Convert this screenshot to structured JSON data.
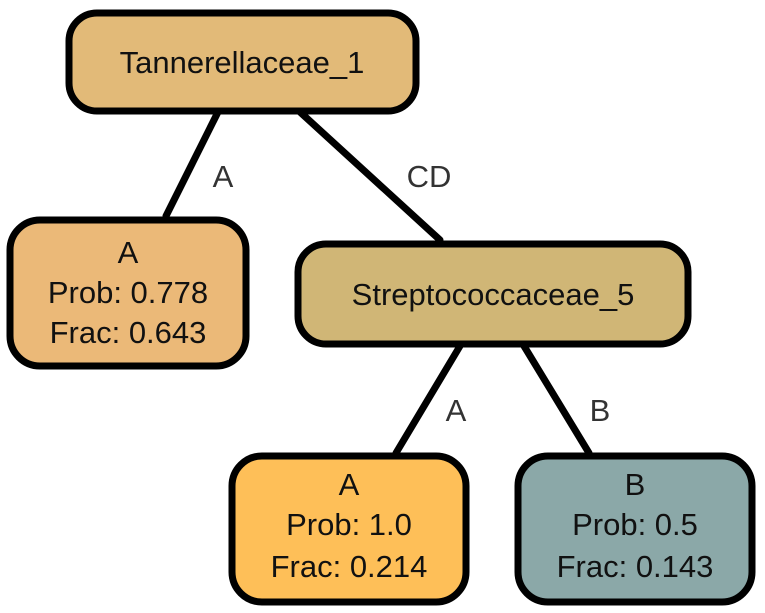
{
  "nodes": {
    "root": {
      "label": "Tannerellaceae_1",
      "color": "#E2BA78"
    },
    "leaf_a1": {
      "lines": [
        "A",
        "Prob: 0.778",
        "Frac: 0.643"
      ],
      "color": "#EBB978"
    },
    "mid": {
      "label": "Streptococcaceae_5",
      "color": "#D0B676"
    },
    "leaf_a2": {
      "lines": [
        "A",
        "Prob: 1.0",
        "Frac: 0.214"
      ],
      "color": "#FEBF58"
    },
    "leaf_b": {
      "lines": [
        "B",
        "Prob: 0.5",
        "Frac: 0.143"
      ],
      "color": "#8BA8A8"
    }
  },
  "edges": {
    "root_to_a1": "A",
    "root_to_mid": "CD",
    "mid_to_a2": "A",
    "mid_to_b": "B"
  }
}
